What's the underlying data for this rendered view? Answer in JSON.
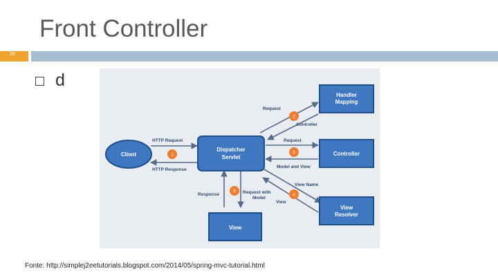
{
  "slide": {
    "title": "Front Controller",
    "number": "20",
    "bullet": "d",
    "footer": "Fonte: http://simplej2eetutorials.blogspot.com/2014/05/spring-mvc-tutorial.html"
  },
  "diagram": {
    "nodes": {
      "client": "Client",
      "dispatcher_line1": "Dispatcher",
      "dispatcher_line2": "Servlet",
      "handler_line1": "Handler",
      "handler_line2": "Mapping",
      "controller": "Controller",
      "resolver_line1": "View",
      "resolver_line2": "Resolver",
      "view": "View"
    },
    "labels": {
      "http_request": "HTTP Request",
      "http_response": "HTTP Response",
      "request_top": "Request",
      "controller_ret": "Controller",
      "request_mid": "Request",
      "model_and_view": "Model and View",
      "view_name": "View Name",
      "view_ret": "View",
      "response": "Response",
      "request_with_line1": "Request with",
      "request_with_line2": "Model"
    },
    "steps": [
      "1",
      "2",
      "3",
      "4",
      "5"
    ],
    "colors": {
      "box_fill": "#3f78c0",
      "box_border": "#1e4f8a",
      "box_text": "#ffffff",
      "arrow": "#556b88",
      "label": "#2c4a6e",
      "step": "#f07d32"
    }
  }
}
